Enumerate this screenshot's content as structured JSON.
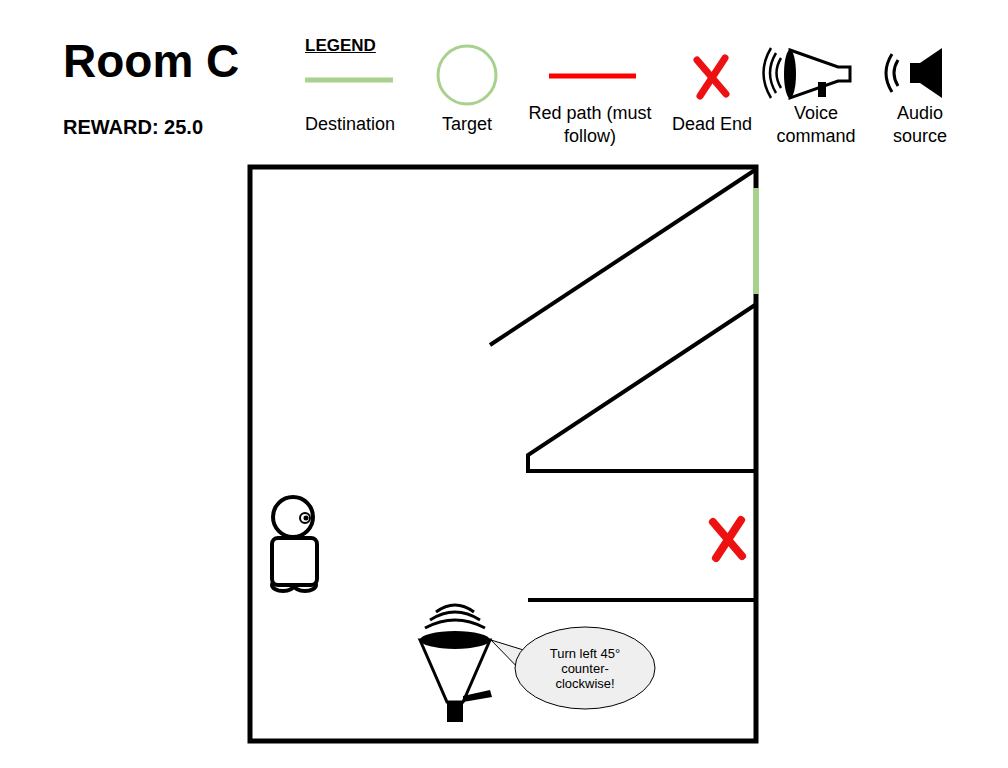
{
  "diagram": {
    "title": "Room C",
    "nodes": [
      {
        "text": [
          "Turn left 45° counter-clockwise!"
        ]
      }
    ],
    "labels": [
      "LEGEND",
      "REWARD: 25.0"
    ],
    "legend": [
      {
        "text": "Destination"
      },
      {
        "text": "Target"
      },
      {
        "text": "Red path (must follow)"
      },
      {
        "text": "Dead End"
      },
      {
        "text": "Voice command"
      },
      {
        "text": "Audio source"
      }
    ]
  }
}
